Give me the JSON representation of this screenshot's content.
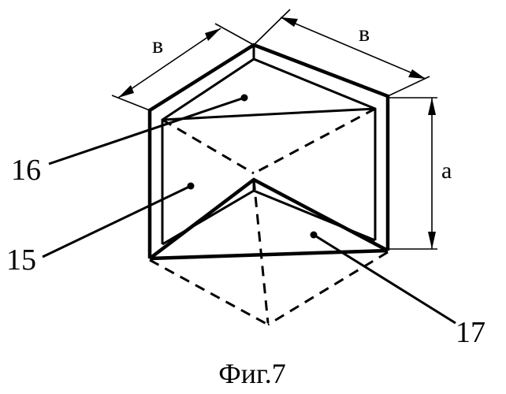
{
  "figure": {
    "caption": "Фиг.7",
    "dimensions": {
      "b_left": "в",
      "b_right": "в",
      "a": "а"
    },
    "callouts": {
      "c16": "16",
      "c15": "15",
      "c17": "17"
    }
  }
}
